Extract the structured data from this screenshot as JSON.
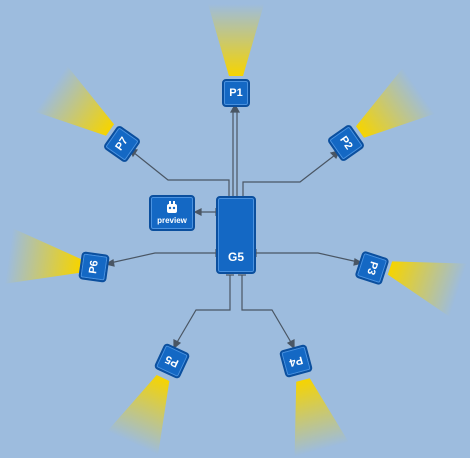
{
  "hub": {
    "label": "G5"
  },
  "preview": {
    "label": "preview",
    "icon": "preview-robot-icon"
  },
  "ports": [
    {
      "id": "P1",
      "label": "P1"
    },
    {
      "id": "P2",
      "label": "P2"
    },
    {
      "id": "P3",
      "label": "P3"
    },
    {
      "id": "P4",
      "label": "P4"
    },
    {
      "id": "P5",
      "label": "P5"
    },
    {
      "id": "P6",
      "label": "P6"
    },
    {
      "id": "P7",
      "label": "P7"
    }
  ],
  "colors": {
    "background": "#9dbcde",
    "node_fill": "#1468c4",
    "node_border": "#0b4f9e",
    "connector": "#4a5664",
    "beam": "#f4d800"
  }
}
